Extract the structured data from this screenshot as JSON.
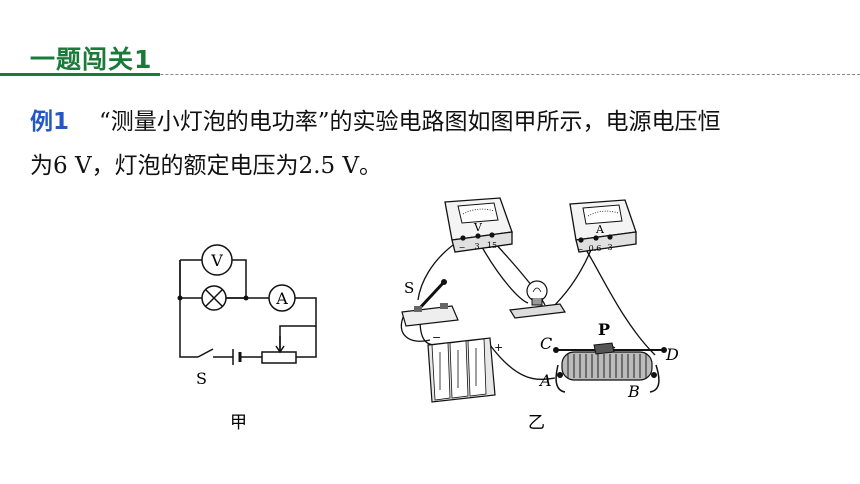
{
  "header": {
    "title": "一题闯关1"
  },
  "problem": {
    "label": "例1",
    "line1": "“测量小灯泡的电功率”的实验电路图如图甲所示，电源电压恒",
    "line2": "为6 V，灯泡的额定电压为2.5 V。"
  },
  "figure_jia": {
    "caption": "甲",
    "voltmeter": "V",
    "ammeter": "A",
    "switch": "S"
  },
  "figure_yi": {
    "caption": "乙",
    "voltmeter_symbol": "V",
    "voltmeter_terminals": [
      "−",
      "3",
      "15"
    ],
    "ammeter_symbol": "A",
    "ammeter_terminals": [
      "−",
      "0.6",
      "3"
    ],
    "switch": "S",
    "slider": "P",
    "terminal_c": "C",
    "terminal_d": "D",
    "terminal_a": "A",
    "terminal_b": "B",
    "battery_minus": "−",
    "battery_plus": "+"
  }
}
